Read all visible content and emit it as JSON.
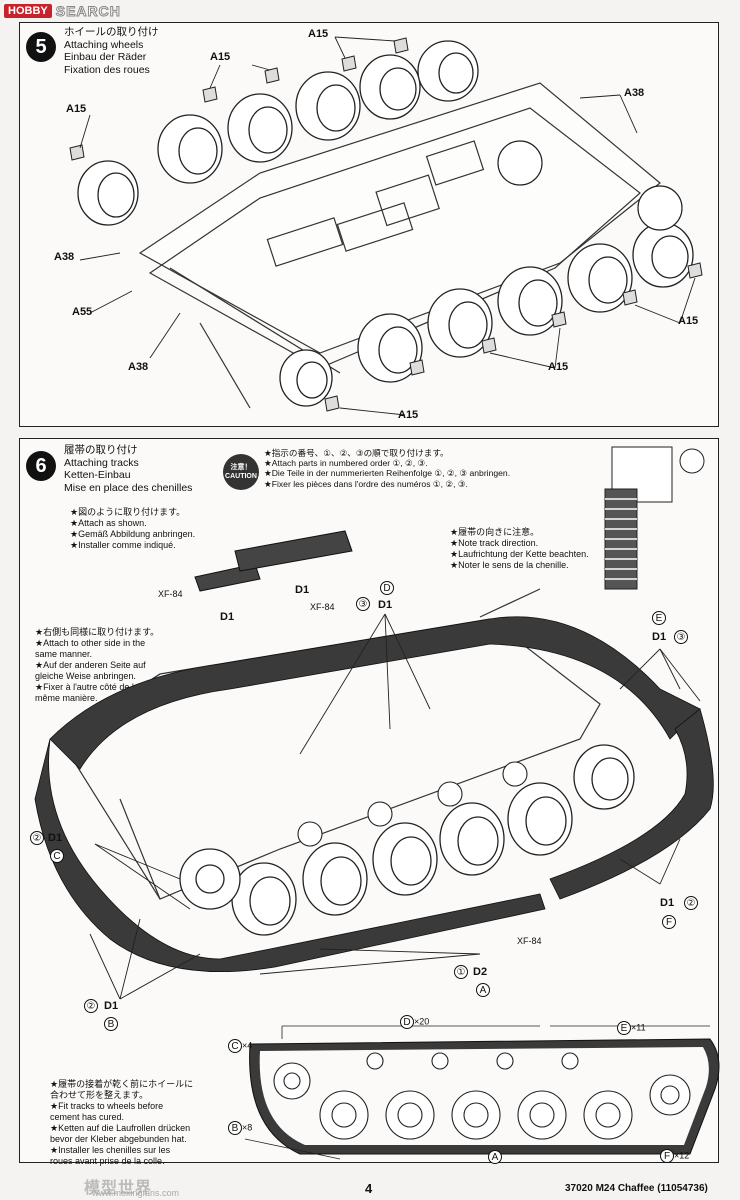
{
  "watermark": {
    "logo": "HOBBY",
    "word": "SEARCH",
    "bottom_cn": "模型世界",
    "bottom_url": "www.moxingfans.com"
  },
  "step5": {
    "number": "5",
    "title": [
      "ホイールの取り付け",
      "Attaching wheels",
      "Einbau der Räder",
      "Fixation des roues"
    ],
    "labels": {
      "a15_1": "A15",
      "a15_2": "A15",
      "a15_3": "A15",
      "a15_4": "A15",
      "a15_5": "A15",
      "a15_6": "A15",
      "a38_1": "A38",
      "a38_2": "A38",
      "a38_3": "A38",
      "a55": "A55"
    }
  },
  "step6": {
    "number": "6",
    "title": [
      "履帯の取り付け",
      "Attaching tracks",
      "Ketten-Einbau",
      "Mise en place des chenilles"
    ],
    "caution_label": [
      "注意！",
      "CAUTION"
    ],
    "caution_lines": [
      "★指示の番号、①、②、③の順で取り付けます。",
      "★Attach parts in numbered order ①, ②, ③.",
      "★Die Teile in der nummerierten Reihenfolge ①, ②, ③ anbringen.",
      "★Fixer les pièces dans l'ordre des numéros ①, ②, ③."
    ],
    "attach_shown": [
      "★図のように取り付けます。",
      "★Attach as shown.",
      "★Gemäß Abbildung anbringen.",
      "★Installer comme indiqué."
    ],
    "direction_note": [
      "★履帯の向きに注意。",
      "★Note track direction.",
      "★Laufrichtung der Kette beachten.",
      "★Noter le sens de la chenille."
    ],
    "other_side": [
      "★右側も同様に取り付けます。",
      "★Attach to other side in the",
      "same manner.",
      "★Auf der anderen Seite auf",
      "gleiche Weise anbringen.",
      "★Fixer à l'autre côté de la",
      "même manière."
    ],
    "fit_tracks": [
      "★履帯の接着が乾く前にホイールに",
      "合わせて形を整えます。",
      "★Fit tracks to wheels before",
      "cement has cured.",
      "★Ketten auf die Laufrollen drücken",
      "bevor der Kleber abgebunden hat.",
      "★Installer les chenilles sur les",
      "roues avant prise de la colle."
    ],
    "part_labels": {
      "xf84_a": "XF-84",
      "xf84_b": "XF-84",
      "xf84_c": "XF-84",
      "d1_a": "D1",
      "d1_b": "D1",
      "step3_top": "③",
      "d_top": "D",
      "d1_top": "D1",
      "e_top": "E",
      "d1_e": "D1",
      "step3_e": "③",
      "step2_c": "②",
      "d1_c": "D1",
      "c_c": "C",
      "step2_b": "②",
      "d1_bb": "D1",
      "b_b": "B",
      "step1_a": "①",
      "d2_a": "D2",
      "a_a": "A",
      "d1_f": "D1",
      "step2_f": "②",
      "f_f": "F"
    },
    "bottom_counts": {
      "c": "C",
      "c_count": "×4",
      "d": "D",
      "d_count": "×20",
      "e": "E",
      "e_count": "×11",
      "b": "B",
      "b_count": "×8",
      "a": "A",
      "f": "F",
      "f_count": "×12"
    }
  },
  "footer": {
    "page": "4",
    "code": "37020  M24 Chaffee (11054736)"
  }
}
